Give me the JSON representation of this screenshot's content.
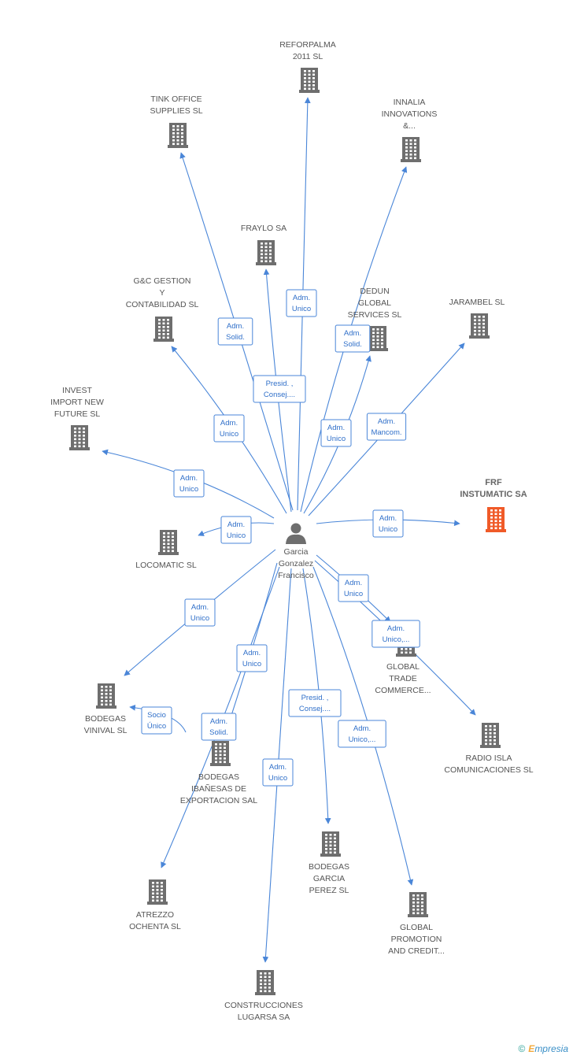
{
  "colors": {
    "edge": "#4a86d8",
    "building": "#6e6e6e",
    "building_highlight": "#f05a28",
    "person": "#6e6e6e",
    "label": "#555555"
  },
  "center": {
    "lines": [
      "Garcia",
      "Gonzalez",
      "Francisco"
    ],
    "icon": "person-icon"
  },
  "nodes": [
    {
      "id": "reforpalma",
      "lines": [
        "REFORPALMA",
        "2011 SL"
      ],
      "icon": "building-icon"
    },
    {
      "id": "tink",
      "lines": [
        "TINK OFFICE",
        "SUPPLIES SL"
      ],
      "icon": "building-icon"
    },
    {
      "id": "innalia",
      "lines": [
        "INNALIA",
        "INNOVATIONS",
        "&..."
      ],
      "icon": "building-icon"
    },
    {
      "id": "fraylo",
      "lines": [
        "FRAYLO SA"
      ],
      "icon": "building-icon"
    },
    {
      "id": "gc",
      "lines": [
        "G&C GESTION",
        "Y",
        "CONTABILIDAD SL"
      ],
      "icon": "building-icon"
    },
    {
      "id": "dedun",
      "lines": [
        "DEDUN",
        "GLOBAL",
        "SERVICES SL"
      ],
      "icon": "building-icon"
    },
    {
      "id": "jarambel",
      "lines": [
        "JARAMBEL SL"
      ],
      "icon": "building-icon"
    },
    {
      "id": "invest",
      "lines": [
        "INVEST",
        "IMPORT NEW",
        "FUTURE SL"
      ],
      "icon": "building-icon"
    },
    {
      "id": "frf",
      "lines": [
        "FRF",
        "INSTUMATIC SA"
      ],
      "icon": "building-icon",
      "highlight": true
    },
    {
      "id": "locomatic",
      "lines": [
        "LOCOMATIC SL"
      ],
      "icon": "building-icon"
    },
    {
      "id": "globaltrade",
      "lines": [
        "GLOBAL",
        "TRADE",
        "COMMERCE..."
      ],
      "icon": "building-icon"
    },
    {
      "id": "vinival",
      "lines": [
        "BODEGAS",
        "VINIVAL SL"
      ],
      "icon": "building-icon"
    },
    {
      "id": "ibanesas",
      "lines": [
        "BODEGAS",
        "IBAÑESAS DE",
        "EXPORTACION SAL"
      ],
      "icon": "building-icon"
    },
    {
      "id": "radioisla",
      "lines": [
        "RADIO ISLA",
        "COMUNICACIONES SL"
      ],
      "icon": "building-icon"
    },
    {
      "id": "garciaperez",
      "lines": [
        "BODEGAS",
        "GARCIA",
        "PEREZ  SL"
      ],
      "icon": "building-icon"
    },
    {
      "id": "atrezzo",
      "lines": [
        "ATREZZO",
        "OCHENTA  SL"
      ],
      "icon": "building-icon"
    },
    {
      "id": "globalpromo",
      "lines": [
        "GLOBAL",
        "PROMOTION",
        "AND CREDIT..."
      ],
      "icon": "building-icon"
    },
    {
      "id": "lugarsa",
      "lines": [
        "CONSTRUCCIONES",
        "LUGARSA SA"
      ],
      "icon": "building-icon"
    }
  ],
  "edges": [
    {
      "to": "reforpalma",
      "lines": [
        "Adm.",
        "Unico"
      ]
    },
    {
      "to": "tink",
      "lines": [
        "Adm.",
        "Solid."
      ]
    },
    {
      "to": "innalia",
      "lines": [
        "Adm.",
        "Solid."
      ]
    },
    {
      "to": "fraylo",
      "lines": [
        "Presid. ,",
        "Consej...."
      ]
    },
    {
      "to": "gc",
      "lines": [
        "Adm.",
        "Unico"
      ]
    },
    {
      "to": "dedun",
      "lines": [
        "Adm.",
        "Unico"
      ]
    },
    {
      "to": "jarambel",
      "lines": [
        "Adm.",
        "Mancom."
      ]
    },
    {
      "to": "invest",
      "lines": [
        "Adm.",
        "Unico"
      ]
    },
    {
      "to": "frf",
      "lines": [
        "Adm.",
        "Unico"
      ]
    },
    {
      "to": "locomatic",
      "lines": [
        "Adm.",
        "Unico"
      ]
    },
    {
      "to": "globaltrade",
      "lines": [
        "Adm.",
        "Unico"
      ]
    },
    {
      "to": "radioisla",
      "lines": [
        "Adm.",
        "Unico,..."
      ]
    },
    {
      "to": "vinival",
      "lines": [
        "Adm.",
        "Unico"
      ]
    },
    {
      "from": "ibanesas",
      "to": "vinival",
      "lines": [
        "Socio",
        "Único"
      ]
    },
    {
      "to": "ibanesas",
      "lines": [
        "Adm.",
        "Unico"
      ]
    },
    {
      "to": "atrezzo",
      "lines": [
        "Adm.",
        "Solid."
      ]
    },
    {
      "to": "lugarsa",
      "lines": [
        "Adm.",
        "Unico"
      ]
    },
    {
      "to": "garciaperez",
      "lines": [
        "Presid. ,",
        "Consej...."
      ]
    },
    {
      "to": "globalpromo",
      "lines": [
        "Adm.",
        "Unico,..."
      ]
    }
  ],
  "footer": {
    "copyright": "©",
    "brand_first": "E",
    "brand_rest": "mpresia"
  }
}
